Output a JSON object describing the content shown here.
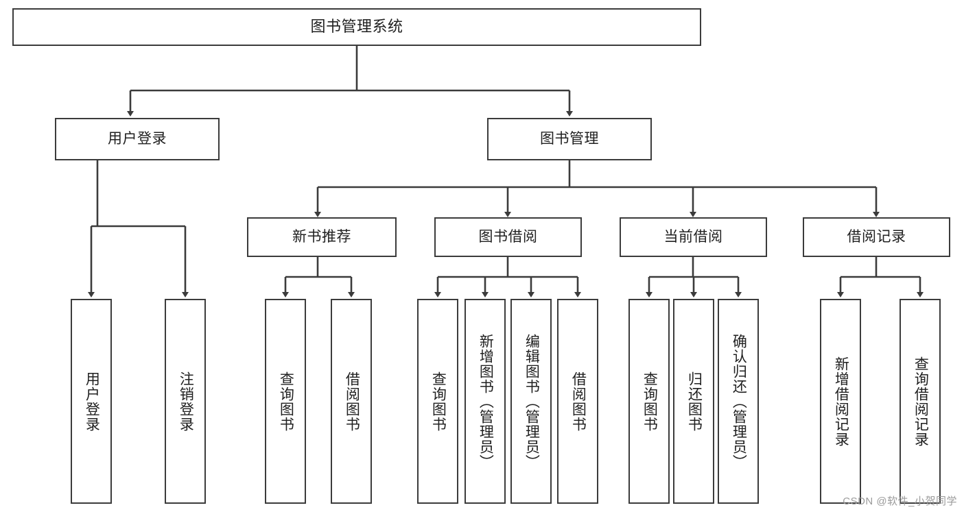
{
  "diagram": {
    "type": "hierarchy-tree",
    "title": "图书管理系统",
    "colors": {
      "box_border": "#3b3b3b",
      "box_fill": "#ffffff",
      "connector": "#3b3b3b",
      "text": "#202020",
      "watermark": "#9a9a9a",
      "background": "#ffffff"
    },
    "root": {
      "label": "图书管理系统"
    },
    "level2": [
      {
        "label": "用户登录"
      },
      {
        "label": "图书管理"
      }
    ],
    "level3": [
      {
        "label": "新书推荐"
      },
      {
        "label": "图书借阅"
      },
      {
        "label": "当前借阅"
      },
      {
        "label": "借阅记录"
      }
    ],
    "leaves": {
      "user_login": [
        {
          "label": "用户登录"
        },
        {
          "label": "注销登录"
        }
      ],
      "new_book_recommend": [
        {
          "label": "查询图书"
        },
        {
          "label": "借阅图书"
        }
      ],
      "book_borrow": [
        {
          "label": "查询图书"
        },
        {
          "label": "新增图书（管理员）"
        },
        {
          "label": "编辑图书（管理员）"
        },
        {
          "label": "借阅图书"
        }
      ],
      "current_borrow": [
        {
          "label": "查询图书"
        },
        {
          "label": "归还图书"
        },
        {
          "label": "确认归还（管理员）"
        }
      ],
      "borrow_record": [
        {
          "label": "新增借阅记录"
        },
        {
          "label": "查询借阅记录"
        }
      ]
    },
    "watermark": "CSDN @软件_小贺同学"
  }
}
